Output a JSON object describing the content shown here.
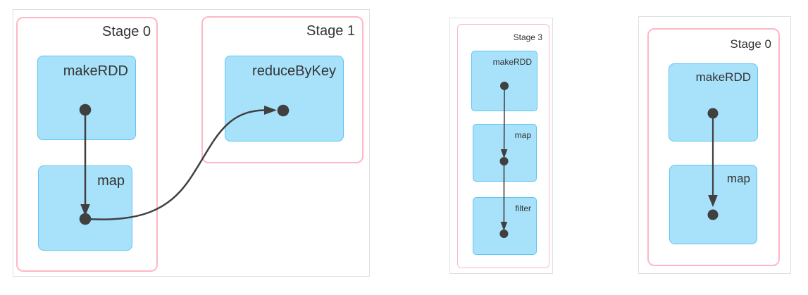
{
  "colors": {
    "node_fill": "#a8e1fa",
    "node_border": "#5fc6f3",
    "stage_border": "#ffb7c5",
    "panel_border": "#e0e0e0",
    "edge": "#404040",
    "label_text": "#333333",
    "background": "#ffffff"
  },
  "panels": [
    {
      "stages": [
        {
          "label": "Stage 0",
          "nodes": [
            {
              "label": "makeRDD"
            },
            {
              "label": "map"
            }
          ]
        },
        {
          "label": "Stage 1",
          "nodes": [
            {
              "label": "reduceByKey"
            }
          ]
        }
      ],
      "edges": [
        {
          "from": "makeRDD",
          "to": "map"
        },
        {
          "from": "map",
          "to": "reduceByKey"
        }
      ]
    },
    {
      "stages": [
        {
          "label": "Stage 3",
          "nodes": [
            {
              "label": "makeRDD"
            },
            {
              "label": "map"
            },
            {
              "label": "filter"
            }
          ]
        }
      ],
      "edges": [
        {
          "from": "makeRDD",
          "to": "map"
        },
        {
          "from": "map",
          "to": "filter"
        }
      ]
    },
    {
      "stages": [
        {
          "label": "Stage 0",
          "nodes": [
            {
              "label": "makeRDD"
            },
            {
              "label": "map"
            }
          ]
        }
      ],
      "edges": [
        {
          "from": "makeRDD",
          "to": "map"
        }
      ]
    }
  ]
}
